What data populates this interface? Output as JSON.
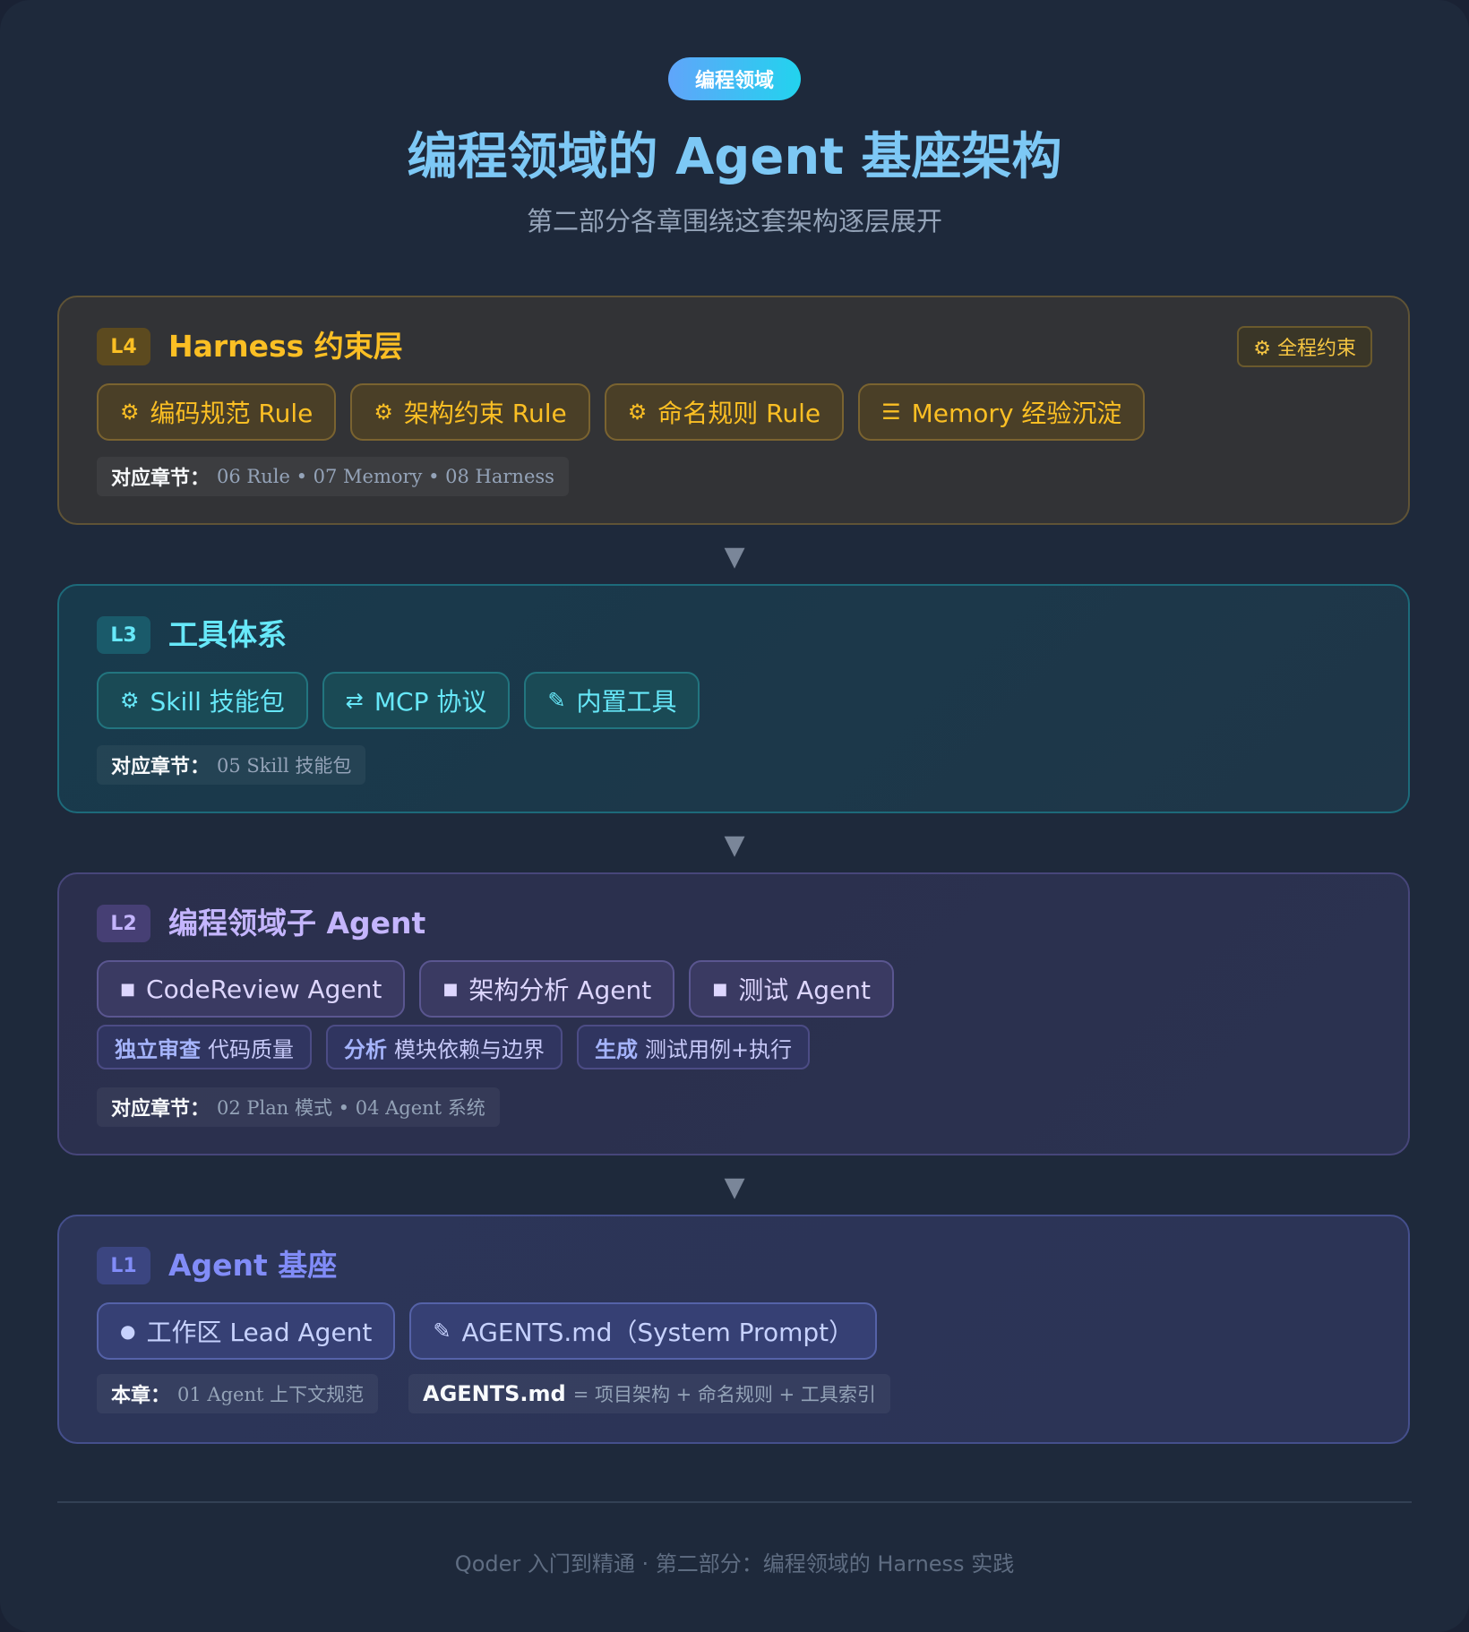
{
  "header": {
    "badge": "编程领域",
    "title": "编程领域的 Agent 基座架构",
    "subtitle": "第二部分各章围绕这套架构逐层展开"
  },
  "colors": {
    "l4": "#fbbf24",
    "l3": "#67e8f9",
    "l2": "#c4b5fd",
    "l1": "#818cf8"
  },
  "layers": {
    "l4": {
      "level": "L4",
      "name": "Harness 约束层",
      "tag": "⚙ 全程约束",
      "chips": [
        {
          "icon": "⚙",
          "icon_name": "gear-icon",
          "label": "编码规范 Rule"
        },
        {
          "icon": "⚙",
          "icon_name": "gear-icon",
          "label": "架构约束 Rule"
        },
        {
          "icon": "⚙",
          "icon_name": "gear-icon",
          "label": "命名规则 Rule"
        },
        {
          "icon": "☰",
          "icon_name": "menu-icon",
          "label": "Memory 经验沉淀"
        }
      ],
      "ref_key": "对应章节：",
      "ref_value": "06 Rule  •  07 Memory  •  08 Harness"
    },
    "l3": {
      "level": "L3",
      "name": "工具体系",
      "chips": [
        {
          "icon": "⚙",
          "icon_name": "gear-icon",
          "label": "Skill 技能包"
        },
        {
          "icon": "⇄",
          "icon_name": "swap-icon",
          "label": "MCP 协议"
        },
        {
          "icon": "✎",
          "icon_name": "pencil-icon",
          "label": "内置工具"
        }
      ],
      "ref_key": "对应章节：",
      "ref_value": "05 Skill 技能包"
    },
    "l2": {
      "level": "L2",
      "name": "编程领域子 Agent",
      "chips": [
        {
          "icon": "■",
          "icon_name": "square-icon",
          "label": "CodeReview Agent"
        },
        {
          "icon": "■",
          "icon_name": "square-icon",
          "label": "架构分析 Agent"
        },
        {
          "icon": "■",
          "icon_name": "square-icon",
          "label": "测试 Agent"
        }
      ],
      "subs": [
        {
          "bold": "独立审查",
          "text": "代码质量"
        },
        {
          "bold": "分析",
          "text": "模块依赖与边界"
        },
        {
          "bold": "生成",
          "text": "测试用例+执行"
        }
      ],
      "ref_key": "对应章节：",
      "ref_value": "02 Plan 模式  •  04 Agent 系统"
    },
    "l1": {
      "level": "L1",
      "name": "Agent 基座",
      "chips": [
        {
          "icon": "●",
          "icon_name": "dot-icon",
          "label": "工作区 Lead Agent"
        },
        {
          "icon": "✎",
          "icon_name": "pencil-icon",
          "label": "AGENTS.md（System Prompt）"
        }
      ],
      "ref_key": "本章：",
      "ref_value": "01 Agent 上下文规范",
      "ref2_key": "AGENTS.md",
      "ref2_value": "= 项目架构 + 命名规则 + 工具索引"
    }
  },
  "arrow": "▼",
  "footer": "Qoder 入门到精通 · 第二部分：编程领域的 Harness 实践"
}
